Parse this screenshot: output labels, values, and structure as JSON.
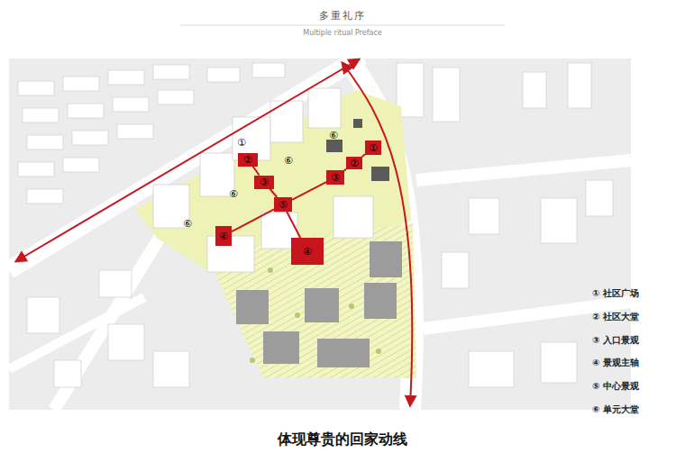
{
  "diagram": {
    "title": "多重礼序",
    "caption": "体现尊贵的回家动线",
    "nodes": [
      {
        "text": [
          "②"
        ]
      },
      {
        "text": [
          "①"
        ]
      },
      {
        "text": [
          "②"
        ]
      },
      {
        "text": [
          "③"
        ]
      },
      {
        "text": [
          "③"
        ]
      },
      {
        "text": [
          "⑤"
        ]
      },
      {
        "text": [
          "④"
        ]
      },
      {
        "text": [
          "④"
        ]
      }
    ],
    "edges": [
      {
        "from": 0,
        "to": 4,
        "arrow": "none"
      },
      {
        "from": 4,
        "to": 5,
        "arrow": "none"
      },
      {
        "from": 5,
        "to": 7,
        "arrow": "none"
      },
      {
        "from": 5,
        "to": 6,
        "arrow": "none"
      },
      {
        "from": 5,
        "to": 3,
        "arrow": "none"
      },
      {
        "from": 3,
        "to": 2,
        "arrow": "none"
      },
      {
        "from": 2,
        "to": 1,
        "arrow": "none"
      }
    ],
    "labels": [
      "Multiple ritual Preface",
      "①",
      "⑥",
      "⑥",
      "⑥",
      "⑥"
    ],
    "legend": [
      {
        "text": "① 社区广场"
      },
      {
        "text": "② 社区大堂"
      },
      {
        "text": "③ 入口景观"
      },
      {
        "text": "④ 景观主轴"
      },
      {
        "text": "⑤ 中心景观"
      },
      {
        "text": "⑥ 单元大堂"
      }
    ]
  }
}
